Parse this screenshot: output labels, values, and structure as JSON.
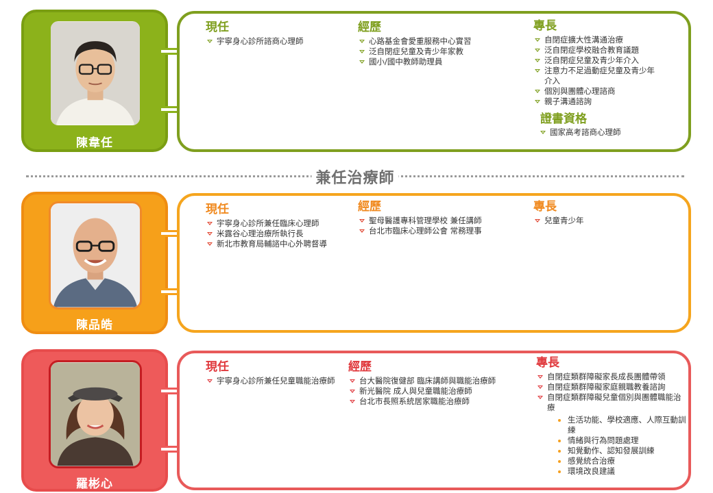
{
  "colors": {
    "green": "#8cb21b",
    "orange": "#f6a01a",
    "red": "#ee5a5a",
    "divider_text": "#6f6f6f"
  },
  "divider_title": "兼任治療師",
  "therapists": [
    {
      "name": "陳韋任",
      "photo_icon": "portrait-photo",
      "current": {
        "heading": "現任",
        "items": [
          "宇寧身心診所諮商心理師"
        ]
      },
      "experience": {
        "heading": "經歷",
        "items": [
          "心路基金會愛重服務中心實習",
          "泛自閉症兒童及青少年家教",
          "國小/國中教師助理員"
        ]
      },
      "expertise": {
        "heading": "專長",
        "items": [
          "自閉症擴大性溝通治療",
          "泛自閉症學校融合教育議題",
          "泛自閉症兒童及青少年介入",
          "注意力不足過動症兒童及青少年介入",
          "個別與團體心理諮商",
          "親子溝通諮詢"
        ]
      },
      "certificate": {
        "heading": "證書資格",
        "items": [
          "國家高考諮商心理師"
        ]
      }
    },
    {
      "name": "陳品皓",
      "photo_icon": "portrait-photo",
      "current": {
        "heading": "現任",
        "items": [
          "宇寧身心診所兼任臨床心理師",
          "米露谷心理治療所執行長",
          "新北市教育局輔諮中心外聘督導"
        ]
      },
      "experience": {
        "heading": "經歷",
        "items": [
          "聖母醫護專科管理學校 兼任講師",
          "台北市臨床心理師公會 常務理事"
        ]
      },
      "expertise": {
        "heading": "專長",
        "items": [
          "兒童青少年"
        ]
      }
    },
    {
      "name": "羅彬心",
      "photo_icon": "portrait-photo",
      "current": {
        "heading": "現任",
        "items": [
          "宇寧身心診所兼任兒童職能治療師"
        ]
      },
      "experience": {
        "heading": "經歷",
        "items": [
          "台大醫院復健部 臨床講師與職能治療師",
          "新光醫院 成人與兒童職能治療師",
          "台北市長照系統居家職能治療師"
        ]
      },
      "expertise": {
        "heading": "專長",
        "items": [
          "自閉症類群障礙家長成長團體帶領",
          "自閉症類群障礙家庭親職教養諮詢",
          "自閉症類群障礙兒童個別與團體職能治療"
        ],
        "sub_items": [
          "生活功能、學校適應、人際互動訓練",
          "情緒與行為問題處理",
          "知覺動作、認知發展訓練",
          "感覺統合治療",
          "環境改良建議"
        ]
      }
    }
  ]
}
